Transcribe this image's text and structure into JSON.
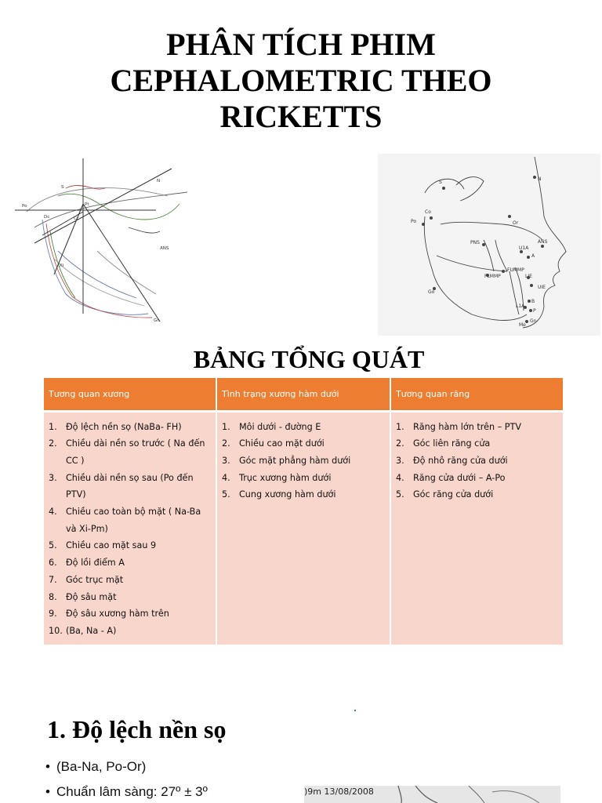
{
  "title": {
    "lines": [
      "PHÂN TÍCH PHIM",
      "CEPHALOMETRIC THEO",
      "RICKETTS"
    ]
  },
  "diagram_left": {
    "labels": [
      "S",
      "N",
      "Po",
      "Pt",
      "Dc",
      "Cc",
      "ANS",
      "Xi",
      "Gn"
    ]
  },
  "diagram_right": {
    "labels": [
      "S",
      "N",
      "Po",
      "Co",
      "Or",
      "PNS",
      "ANS",
      "U1A",
      "A",
      "FUMMP",
      "FLMMP",
      "LIE",
      "UIE",
      "Go",
      "L1A",
      "B",
      "P",
      "Me",
      "Gn"
    ]
  },
  "table": {
    "title": "BẢNG TỔNG QUÁT",
    "headers": [
      "Tương quan xương",
      "Tình trạng xương hàm dưới",
      "Tương quan răng"
    ],
    "columns": [
      [
        {
          "n": "1.",
          "text": "Độ lệch nền sọ (NaBa- FH)"
        },
        {
          "n": "2.",
          "text": "Chiều dài nền so trước ( Na đến CC )"
        },
        {
          "n": "3.",
          "text": "Chiều dài nền sọ sau (Po đến PTV)"
        },
        {
          "n": "4.",
          "text": "Chiều cao toàn bộ mặt ( Na-Ba và Xi-Pm)"
        },
        {
          "n": "5.",
          "text": "Chiều cao mặt sau 9"
        },
        {
          "n": "6.",
          "text": "Độ lồi điểm A"
        },
        {
          "n": "7.",
          "text": "Góc trục mặt"
        },
        {
          "n": "8.",
          "text": "Độ sâu mặt"
        },
        {
          "n": "9.",
          "text": "Độ sâu xương hàm trên"
        },
        {
          "n": "10.",
          "text": "(Ba, Na - A)"
        }
      ],
      [
        {
          "n": "1.",
          "text": "Môi dưới - đường E"
        },
        {
          "n": "2.",
          "text": "Chiều cao mặt dưới"
        },
        {
          "n": "3.",
          "text": "Góc mặt phẳng hàm dưới"
        },
        {
          "n": "4.",
          "text": "Trục xương hàm dưới"
        },
        {
          "n": "5.",
          "text": "Cung xương hàm dưới"
        }
      ],
      [
        {
          "n": "1.",
          "text": "Răng hàm lớn trên – PTV"
        },
        {
          "n": "2.",
          "text": "Góc liên răng cửa"
        },
        {
          "n": "3.",
          "text": "Độ nhô răng cửa dưới"
        },
        {
          "n": "4.",
          "text": "Răng cửa dưới – A-Po"
        },
        {
          "n": "5.",
          "text": "Góc răng cửa dưới"
        }
      ]
    ]
  },
  "section": {
    "heading": "1. Độ lệch nền sọ",
    "bullets": [
      "(Ba-Na, Po-Or)",
      "Chuẩn lâm sàng: 27º ± 3º"
    ]
  },
  "photo": {
    "stamp": ")9m  13/08/2008"
  },
  "colors": {
    "header_bg": "#ed7d31",
    "cell_bg": "#f8d6cb"
  }
}
